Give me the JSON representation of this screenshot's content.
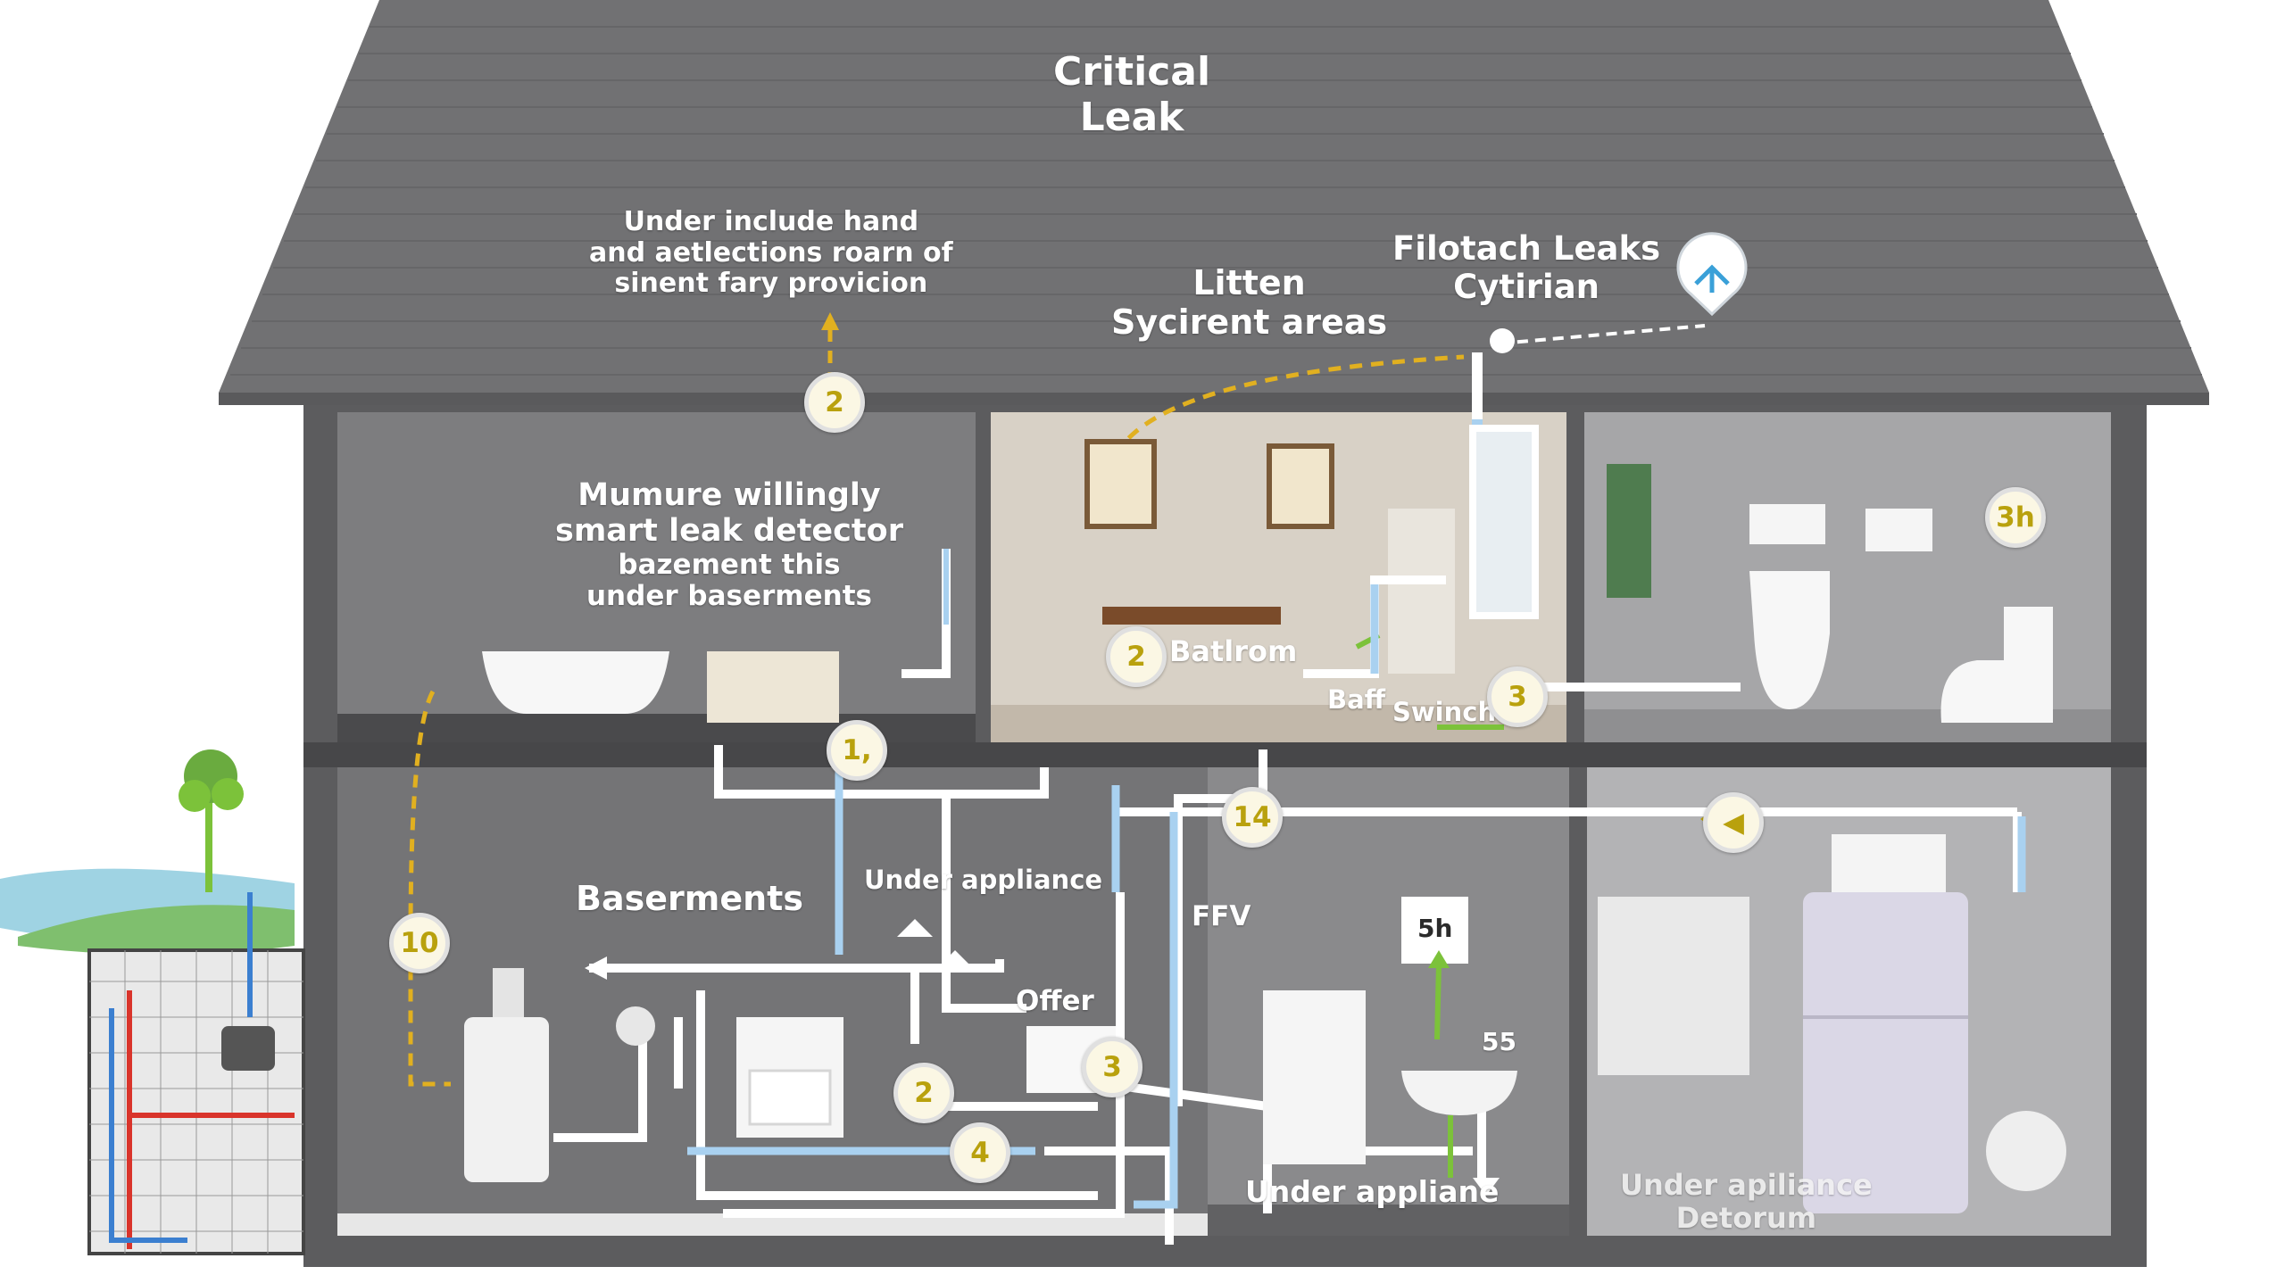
{
  "colors": {
    "roof": "#6e6e70",
    "wall_dark": "#5f5f61",
    "room_gray": "#7b7b7d",
    "living_wall": "#d9d2c8",
    "water_pipe": "#ffffff",
    "clean_pipe": "#a9d1f0",
    "alert_path": "#e1b020",
    "flow_green": "#7cc23a",
    "badge_text": "#b9a10d"
  },
  "roof": {
    "title_line1": "Critical",
    "title_line2": "Leak",
    "note_line1": "Under include hand",
    "note_line2": "and aetlections roarn of",
    "note_line3": "sinent fary provicion",
    "center_line1": "Litten",
    "center_line2": "Sycirent areas",
    "right_line1": "Filotach Leaks",
    "right_line2": "Cytirian",
    "location_icon": "alert-pin-icon"
  },
  "rooms": {
    "upper_left": {
      "line1": "Mumure willingly",
      "line2": "smart leak detector",
      "line3": "bazement this",
      "line4": "under baserments"
    },
    "living": {
      "label": "Batlrom",
      "sub_left": "Baff",
      "sub_right": "Swinch"
    },
    "basement": {
      "title": "Baserments",
      "appliance": "Under appliance",
      "offer": "Offer",
      "ffv": "FFV"
    },
    "kitchen": {
      "under": "Under appliane",
      "fifty_five": "55",
      "heater_tag": "5h"
    },
    "laundry": {
      "line1": "Under apiliance",
      "line2": "Detorum"
    },
    "upper_right_badge": "3h"
  },
  "badges": {
    "roof": "2",
    "floor_joint": "1,",
    "living": "2",
    "bath_right": "3",
    "stair": "10",
    "main_line": "14",
    "basement_two": "2",
    "basement_three": "3",
    "basement_four": "4",
    "return_arrow": "◀"
  }
}
